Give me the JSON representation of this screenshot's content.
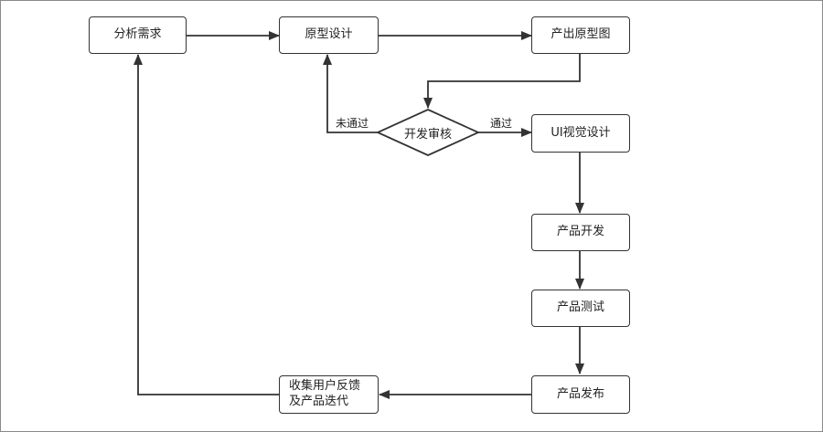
{
  "nodes": {
    "analyze": "分析需求",
    "prototype_design": "原型设计",
    "output_prototype": "产出原型图",
    "ui_design": "UI视觉设计",
    "dev": "产品开发",
    "test": "产品测试",
    "release": "产品发布",
    "feedback": "收集用户反馈\n及产品迭代"
  },
  "decision": {
    "label": "开发审核",
    "pass": "通过",
    "fail": "未通过"
  },
  "colors": {
    "line": "#333333",
    "node_border": "#333333",
    "frame": "#8a8a8a"
  }
}
